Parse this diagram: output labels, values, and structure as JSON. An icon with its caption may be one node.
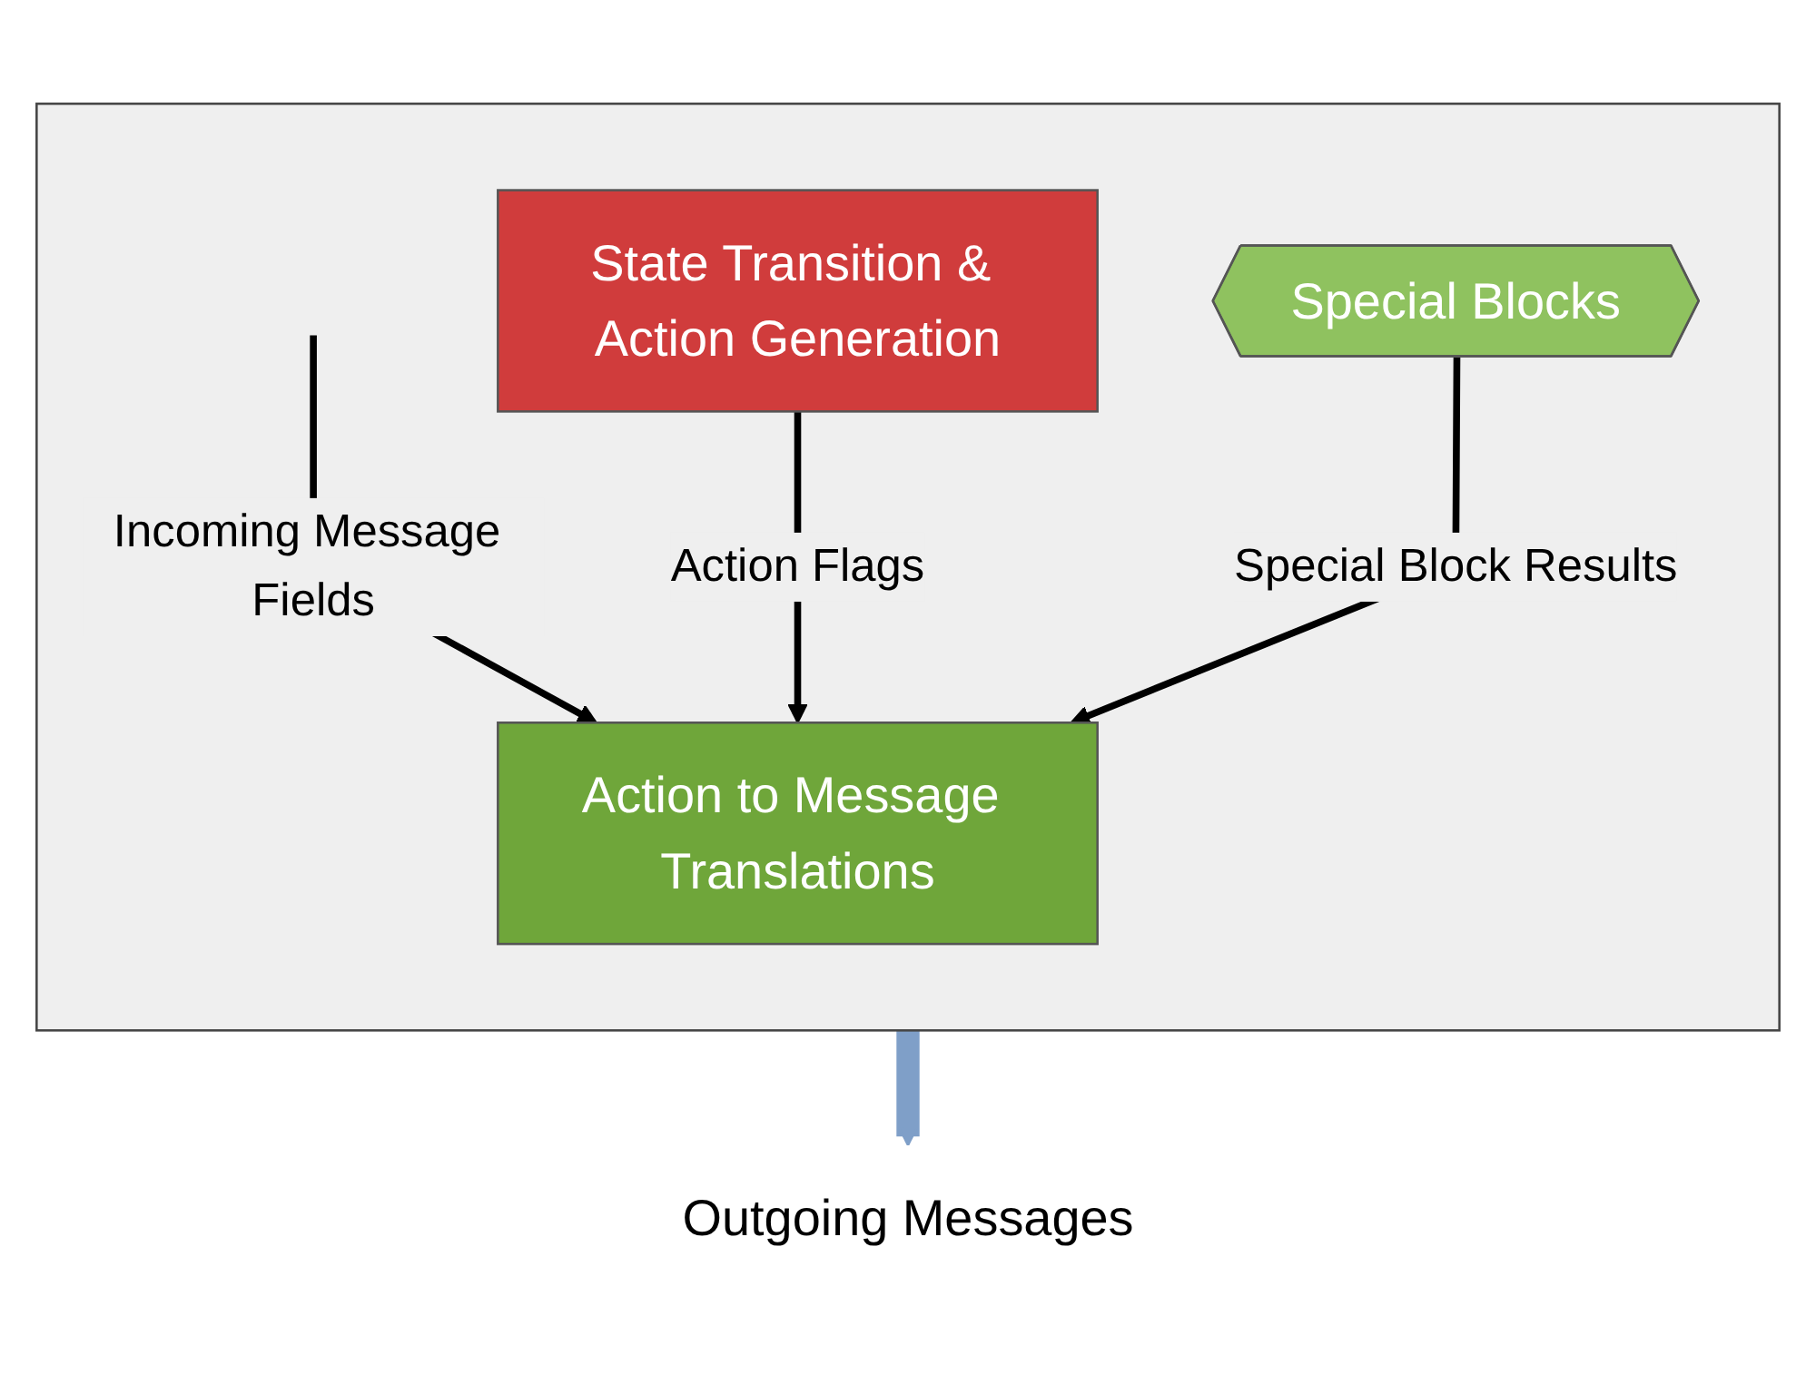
{
  "diagram": {
    "nodes": [
      {
        "text": [],
        "shape": "box"
      },
      {
        "text": [
          "State Transition & Action Generation"
        ],
        "in": 0
      },
      {
        "text": [
          "Action to Message Translations"
        ],
        "in": 0
      },
      {
        "text": [
          "Special Blocks"
        ],
        "in": 0
      },
      {
        "text": [
          "Outgoing Messages"
        ]
      }
    ],
    "edges": [
      {
        "from": null,
        "to": 2,
        "arrow": "to",
        "label": "Incoming Message Fields"
      },
      {
        "from": 1,
        "to": 2,
        "arrow": "to",
        "label": "Action Flags"
      },
      {
        "from": 3,
        "to": 2,
        "arrow": "to",
        "label": "Special Block Results"
      },
      {
        "from": 0,
        "to": 4,
        "arrow": "to",
        "style": "thick",
        "color": "#7f9fc8"
      }
    ]
  }
}
